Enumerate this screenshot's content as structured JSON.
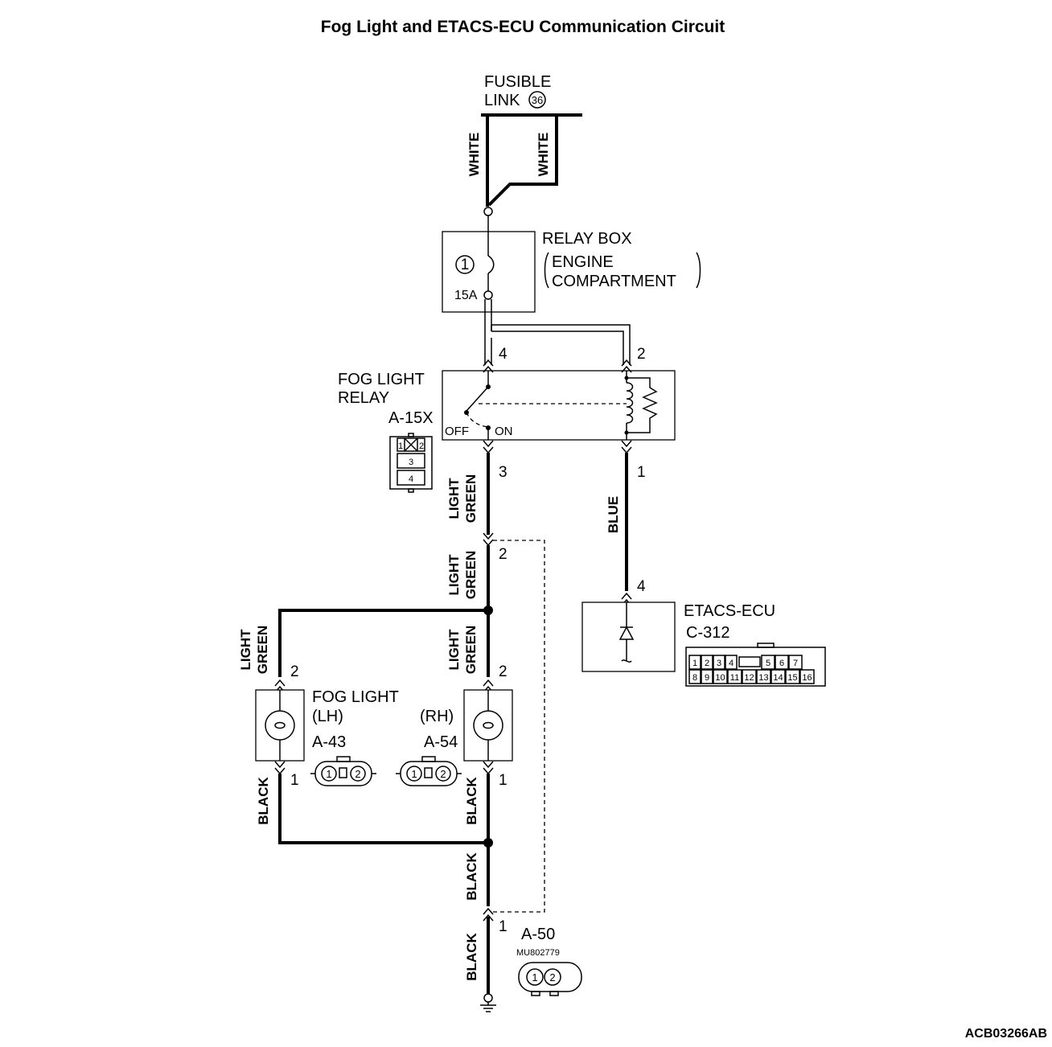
{
  "title": "Fog Light and ETACS-ECU Communication Circuit",
  "figure_code": "ACB03266AB",
  "fusible_link": {
    "line1": "FUSIBLE",
    "line2": "LINK",
    "number": "36"
  },
  "relay_box": {
    "label": "RELAY BOX",
    "sub1": "ENGINE",
    "sub2": "COMPARTMENT",
    "fuse_number": "1",
    "fuse_rating": "15A"
  },
  "fog_light_relay": {
    "line1": "FOG LIGHT",
    "line2": "RELAY",
    "connector": "A-15X",
    "off": "OFF",
    "on": "ON",
    "connector_pins": [
      "1",
      "2",
      "3",
      "4"
    ]
  },
  "etacs": {
    "label": "ETACS-ECU",
    "connector": "C-312",
    "pins_top": [
      "1",
      "2",
      "3",
      "4",
      "5",
      "6",
      "7"
    ],
    "pins_bottom": [
      "8",
      "9",
      "10",
      "11",
      "12",
      "13",
      "14",
      "15",
      "16"
    ]
  },
  "fog_light": {
    "label": "FOG LIGHT",
    "lh": "(LH)",
    "rh": "(RH)",
    "lh_connector": "A-43",
    "rh_connector": "A-54",
    "connector_pins": [
      "1",
      "2"
    ]
  },
  "ground_connector": {
    "name": "A-50",
    "part": "MU802779",
    "pins": [
      "1",
      "2"
    ]
  },
  "wires": {
    "white": "WHITE",
    "blue": "BLUE",
    "light": "LIGHT",
    "green": "GREEN",
    "black": "BLACK"
  },
  "pins": {
    "relay_4": "4",
    "relay_2": "2",
    "relay_3": "3",
    "relay_1": "1",
    "splice_2": "2",
    "etacs_4": "4",
    "lh_2": "2",
    "rh_2": "2",
    "lh_1": "1",
    "rh_1": "1",
    "ground_1": "1"
  }
}
